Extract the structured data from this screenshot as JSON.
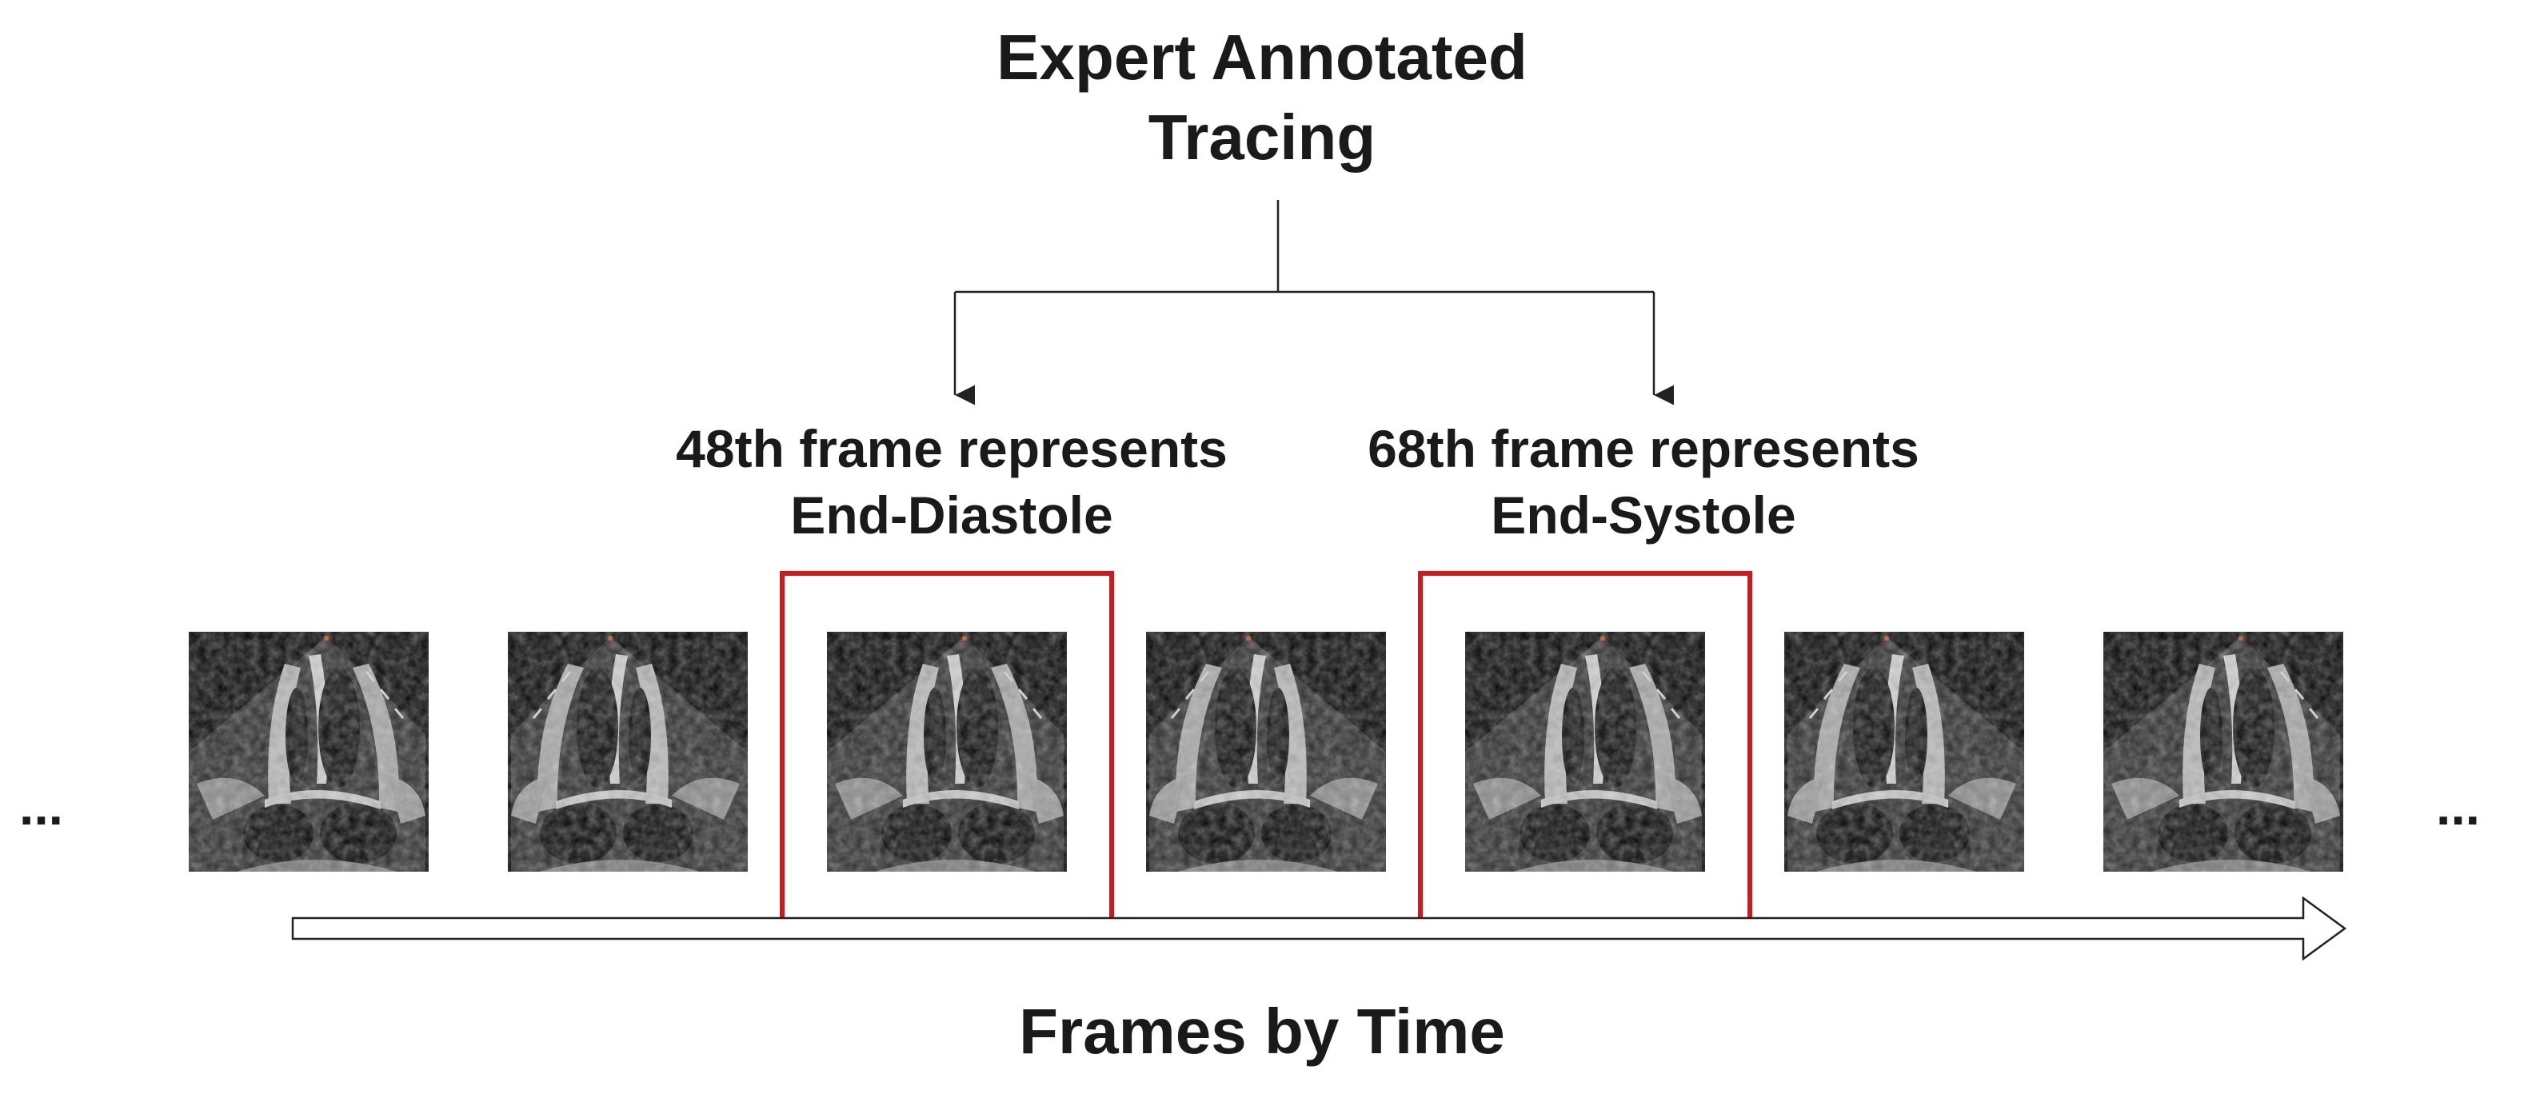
{
  "title": "Expert Annotated Tracing",
  "labels": {
    "end_diastole": "48th frame represents End-Diastole",
    "end_systole": "68th frame represents End-Systole"
  },
  "axis_label": "Frames by Time",
  "ellipsis": "...",
  "frames": [
    {
      "highlighted": false
    },
    {
      "highlighted": false
    },
    {
      "highlighted": true
    },
    {
      "highlighted": false
    },
    {
      "highlighted": true
    },
    {
      "highlighted": false
    },
    {
      "highlighted": false
    }
  ],
  "colors": {
    "highlight": "#d0191b",
    "line": "#222222",
    "frame_bg": "#050505"
  }
}
